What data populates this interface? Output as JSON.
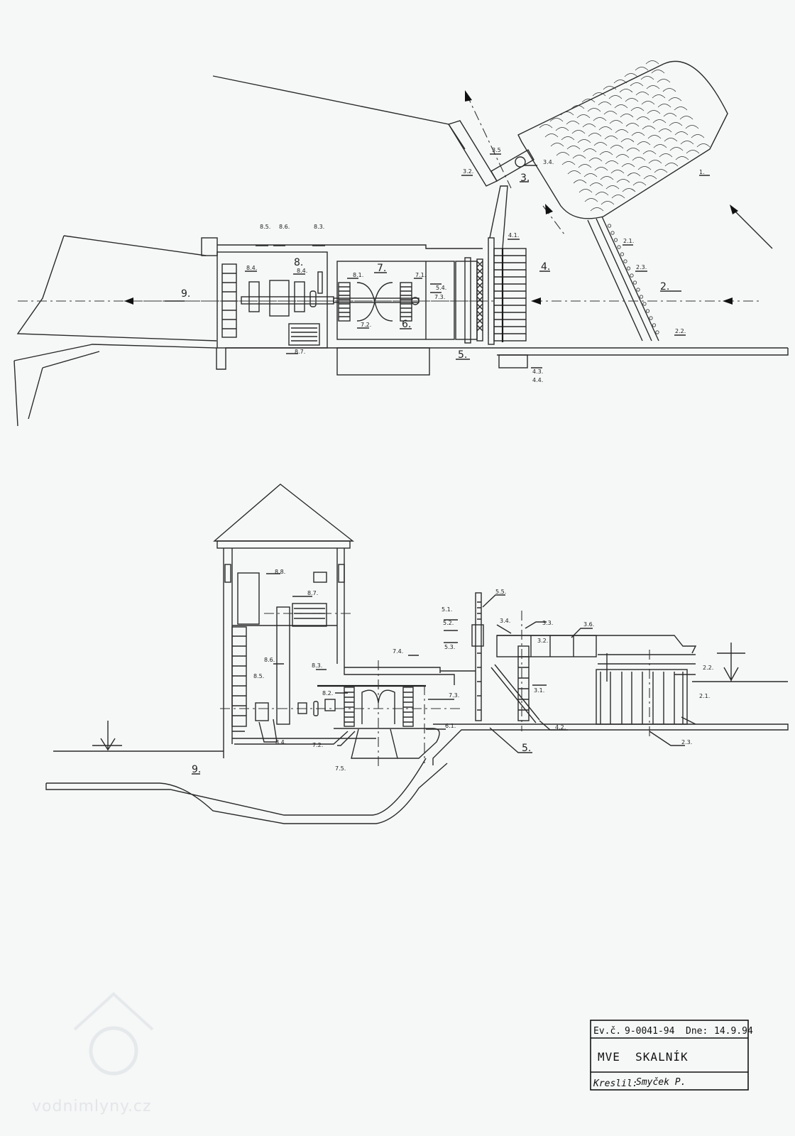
{
  "plan_view": {
    "labels": [
      "1.",
      "2.",
      "2.1.",
      "2.2.",
      "2.3.",
      "3.",
      "3.2.",
      "3.4.",
      "3.5",
      "4.",
      "4.1.",
      "4.3.",
      "4.4.",
      "5.",
      "5.4.",
      "6.",
      "7.",
      "7.1.",
      "7.2.",
      "7.3.",
      "8.",
      "8.1.",
      "8.3.",
      "8.4.",
      "8.4.",
      "8.5.",
      "8.6.",
      "8.7.",
      "9."
    ]
  },
  "section_view": {
    "labels": [
      "8.8.",
      "8.7.",
      "8.6.",
      "8.5.",
      "8.4.",
      "8.3.",
      "8.2.",
      "7.2.",
      "7.4.",
      "7.3.",
      "7.5.",
      "6.1.",
      "5.1.",
      "5.2.",
      "5.3.",
      "5.5.",
      "5.",
      "3.4.",
      "3.3.",
      "3.2.",
      "3.6.",
      "3.1.",
      "4.2.",
      "2.2.",
      "2.1.",
      "2.3.",
      "9."
    ]
  },
  "title_block": {
    "ev_label": "Ev.č.",
    "ev_number": "9-0041-94",
    "date_label": "Dne:",
    "date": "14.9.94",
    "title": "MVE  SKALNÍK",
    "drawn_label": "Kreslil:",
    "signature": "Smyček P."
  },
  "watermark": "vodnimlyny.cz"
}
